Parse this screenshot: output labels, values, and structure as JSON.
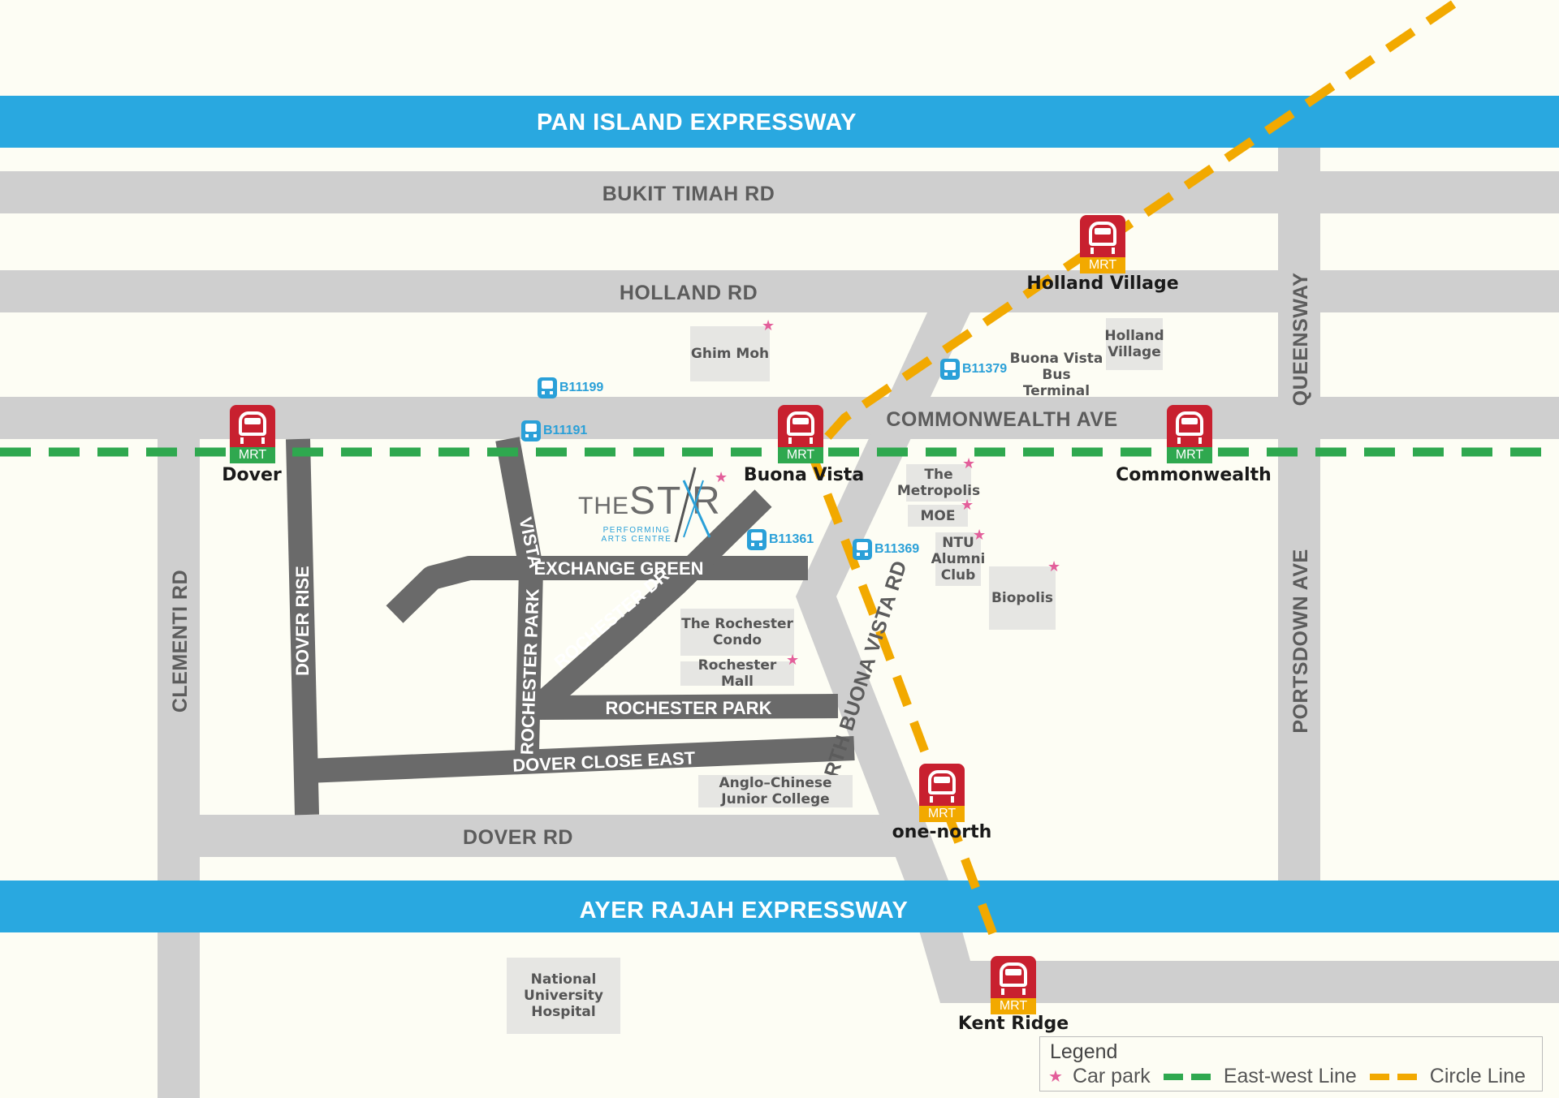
{
  "expressways": {
    "pie": "PAN ISLAND EXPRESSWAY",
    "aye": "AYER RAJAH EXPRESSWAY"
  },
  "roads": {
    "bukit_timah": "BUKIT TIMAH RD",
    "holland": "HOLLAND RD",
    "commonwealth": "COMMONWEALTH AVE",
    "queensway": "QUEENSWAY",
    "portsdown": "PORTSDOWN AVE",
    "clementi": "CLEMENTI RD",
    "dover_rise": "DOVER RISE",
    "vista": "VISTA",
    "exchange_green": "EXCHANGE GREEN",
    "rochester_park_v": "ROCHESTER PARK",
    "rochester_dr": "ROCHESTER DR",
    "rochester_park_h": "ROCHESTER PARK",
    "dover_close_east": "DOVER CLOSE EAST",
    "dover_rd": "DOVER RD",
    "north_buona_vista": "NORTH BUONA VISTA RD"
  },
  "stations": [
    {
      "name": "Dover",
      "tag": "MRT",
      "line": "ew"
    },
    {
      "name": "Buona Vista",
      "tag": "MRT",
      "line": "ew"
    },
    {
      "name": "Commonwealth",
      "tag": "MRT",
      "line": "ew"
    },
    {
      "name": "Holland Village",
      "tag": "MRT",
      "line": "cc"
    },
    {
      "name": "one-north",
      "tag": "MRT",
      "line": "cc"
    },
    {
      "name": "Kent Ridge",
      "tag": "MRT",
      "line": "cc"
    }
  ],
  "bus_stops": [
    "B11199",
    "B11191",
    "B11379",
    "B11361",
    "B11369"
  ],
  "places": {
    "ghim_moh": "Ghim Moh",
    "holland_village": "Holland\nVillage",
    "bv_terminal": "Buona Vista\nBus Terminal",
    "metropolis": "The\nMetropolis",
    "moe": "MOE",
    "ntu": "NTU\nAlumni\nClub",
    "biopolis": "Biopolis",
    "rochester_condo": "The Rochester\nCondo",
    "rochester_mall": "Rochester Mall",
    "acjc": "Anglo–Chinese\nJunior College",
    "nuh": "National\nUniversity\nHospital"
  },
  "logo": {
    "the": "THE",
    "star": "ST R",
    "sub": "PERFORMING\nARTS CENTRE"
  },
  "legend": {
    "title": "Legend",
    "car_park": "Car park",
    "ew_line": "East-west Line",
    "cc_line": "Circle Line"
  },
  "colors": {
    "expressway": "#29a8e0",
    "road": "#cfcfcf",
    "local_road": "#6a6a6a",
    "ew_line": "#2fa84f",
    "cc_line": "#f2a900",
    "mrt_red": "#c8202f",
    "car_park_star": "#e35e9a"
  },
  "icons": {
    "mrt": "train-icon",
    "bus": "bus-icon",
    "car_park": "star-icon"
  }
}
